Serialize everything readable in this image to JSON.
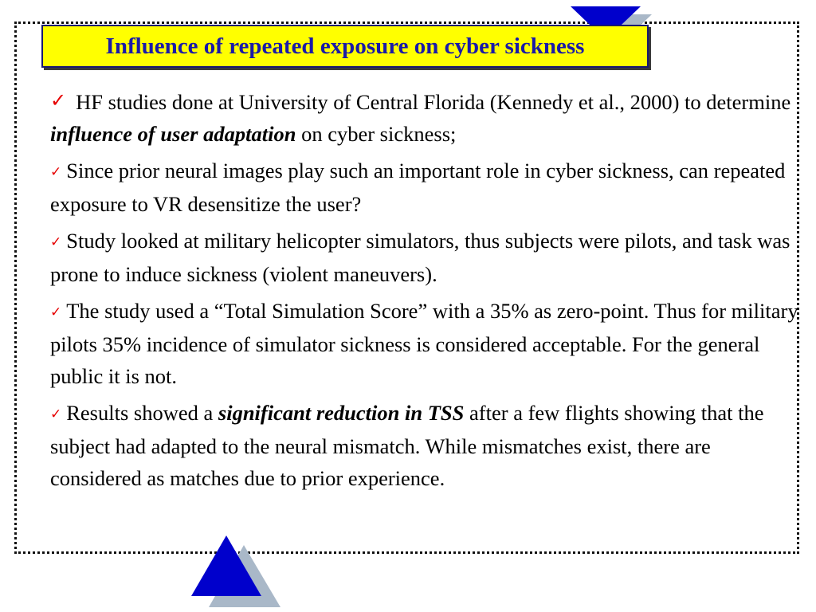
{
  "slide": {
    "title": "Influence of repeated exposure on cyber sickness",
    "check_glyph": "✓",
    "bullets": [
      {
        "parts": [
          {
            "text": "HF studies done at  University of Central Florida (Kennedy et al., 2000) to determine "
          },
          {
            "text": "influence of user adaptation",
            "emph": true
          },
          {
            "text": " on cyber sickness;"
          }
        ]
      },
      {
        "parts": [
          {
            "text": "Since prior neural images play such an important role in cyber sickness, can repeated exposure to VR desensitize the user?"
          }
        ]
      },
      {
        "parts": [
          {
            "text": "Study looked at military helicopter simulators, thus subjects were pilots, and task was prone to induce sickness (violent maneuvers)."
          }
        ]
      },
      {
        "parts": [
          {
            "text": "The study used a “Total Simulation Score”  with a 35% as zero-point. Thus for military pilots 35% incidence of simulator sickness is considered acceptable. For the general public it is not."
          }
        ]
      },
      {
        "parts": [
          {
            "text": "Results showed a "
          },
          {
            "text": "significant reduction in TSS",
            "emph": true
          },
          {
            "text": " after a few flights showing that the subject had adapted to the neural mismatch. While mismatches exist, there are considered as matches due to prior experience."
          }
        ]
      }
    ]
  },
  "colors": {
    "title_background": "#ffff00",
    "title_text": "#1a1aa8",
    "checkmark": "#e60000",
    "triangle_front": "#0000cc",
    "triangle_shadow": "#a9b8c8"
  },
  "icons": {
    "top_decoration": "down-triangle-icon",
    "bottom_decoration": "up-triangle-icon",
    "bullet": "checkmark-icon"
  }
}
